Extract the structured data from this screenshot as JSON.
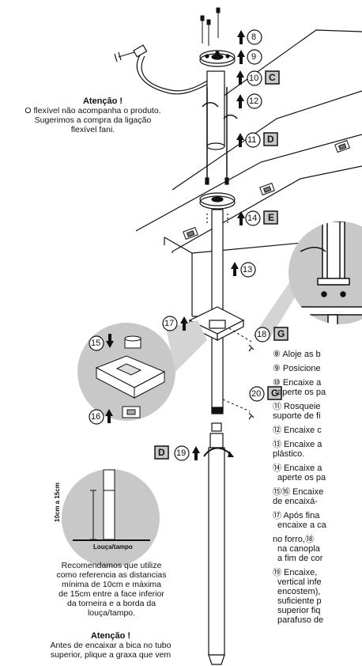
{
  "attention_top": {
    "title": "Atenção !",
    "line1": "O flexível não acompanha o produto.",
    "line2": "Sugerimos a compra da ligação",
    "line3": "flexível fani."
  },
  "callouts": {
    "n8": "8",
    "n9": "9",
    "n10": "10",
    "n12": "12",
    "n11": "11",
    "n14": "14",
    "n13": "13",
    "n17": "17",
    "n18": "18",
    "n15": "15",
    "n16": "16",
    "n20": "20",
    "n19": "19"
  },
  "letters": {
    "C": "C",
    "D": "D",
    "E": "E",
    "G": "G"
  },
  "measure": {
    "label": "10cm a 15cm",
    "surface": "Louça/tampo"
  },
  "recommend": {
    "line1": "Recomendamos que utilize",
    "line2": "como referencia as distancias",
    "line3": "mínima de 10cm e máxima",
    "line4": "de 15cm entre a face inferior",
    "line5": "da torneira e a borda da",
    "line6": "louça/tampo."
  },
  "attention_bottom": {
    "title": "Atenção !",
    "line1": "Antes de encaixar a bica no tubo",
    "line2": "superior, plique a graxa que vem"
  },
  "instructions": [
    {
      "num": "⑧",
      "text": " Aloje as b"
    },
    {
      "num": "⑨",
      "text": " Posicione"
    },
    {
      "num": "⑩",
      "text": " Encaixe a"
    },
    {
      "num": "",
      "text": "aperte os pa"
    },
    {
      "num": "⑪",
      "text": " Rosqueie"
    },
    {
      "num": "",
      "text": "suporte de fi"
    },
    {
      "num": "⑫",
      "text": " Encaixe c"
    },
    {
      "num": "⑬",
      "text": " Encaixe a"
    },
    {
      "num": "",
      "text": "plástico."
    },
    {
      "num": "⑭",
      "text": " Encaixe a"
    },
    {
      "num": "",
      "text": "aperte os pa"
    },
    {
      "num": "⑮⑯",
      "text": " Encaixe"
    },
    {
      "num": "",
      "text": "de encaixá-"
    },
    {
      "num": "⑰",
      "text": " Após fina"
    },
    {
      "num": "",
      "text": "encaixe a ca"
    },
    {
      "num": "",
      "text": "no forro,⑱"
    },
    {
      "num": "",
      "text": "na canopla"
    },
    {
      "num": "",
      "text": "a fim de cor"
    },
    {
      "num": "⑲",
      "text": " Encaixe,"
    },
    {
      "num": "",
      "text": "vertical infe"
    },
    {
      "num": "",
      "text": "encostem),"
    },
    {
      "num": "",
      "text": "suficiente p"
    },
    {
      "num": "",
      "text": "superior fiq"
    },
    {
      "num": "",
      "text": "parafuso de"
    }
  ]
}
